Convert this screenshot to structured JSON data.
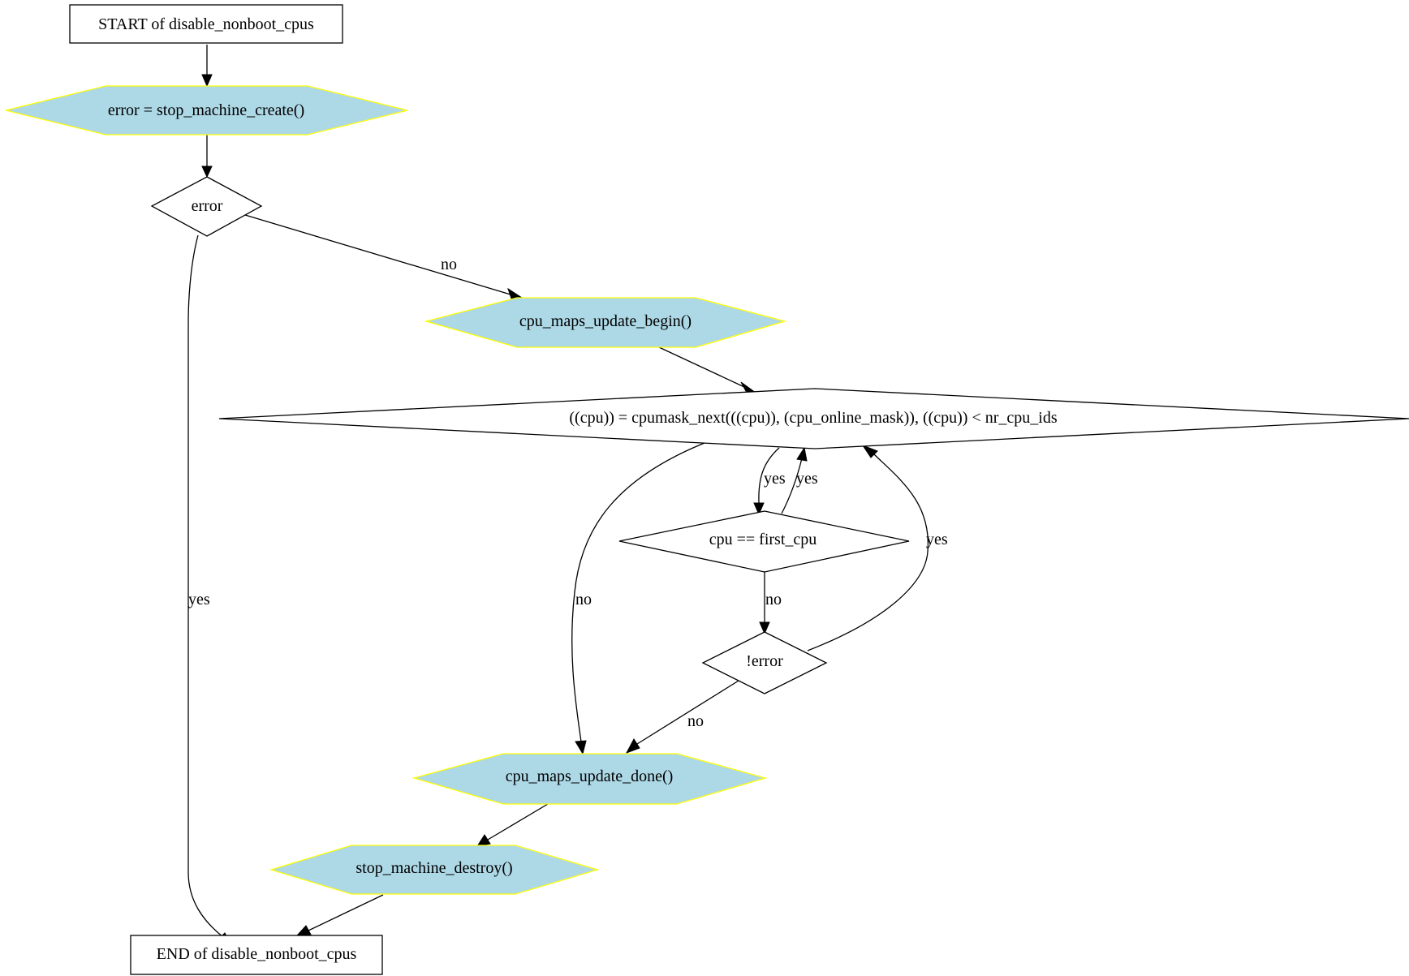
{
  "colors": {
    "hexagon_fill": "#add8e6",
    "hexagon_stroke": "#ffff00",
    "node_stroke": "#000000",
    "background": "#ffffff"
  },
  "nodes": {
    "start": "START of disable_nonboot_cpus",
    "stop_machine_create": "error = stop_machine_create()",
    "error_check": "error",
    "cpu_maps_update_begin": "cpu_maps_update_begin()",
    "for_each_online_cpu": "((cpu)) = cpumask_next(((cpu)), (cpu_online_mask)), ((cpu)) < nr_cpu_ids",
    "cpu_first_cpu": "cpu == first_cpu",
    "not_error": "!error",
    "cpu_maps_update_done": "cpu_maps_update_done()",
    "stop_machine_destroy": "stop_machine_destroy()",
    "end": "END of disable_nonboot_cpus"
  },
  "edges": {
    "error_yes": "yes",
    "error_no": "no",
    "loop_no": "no",
    "loop_to_first_yes": "yes",
    "first_to_loop_yes": "yes",
    "first_no": "no",
    "not_error_yes": "yes",
    "not_error_no": "no"
  }
}
